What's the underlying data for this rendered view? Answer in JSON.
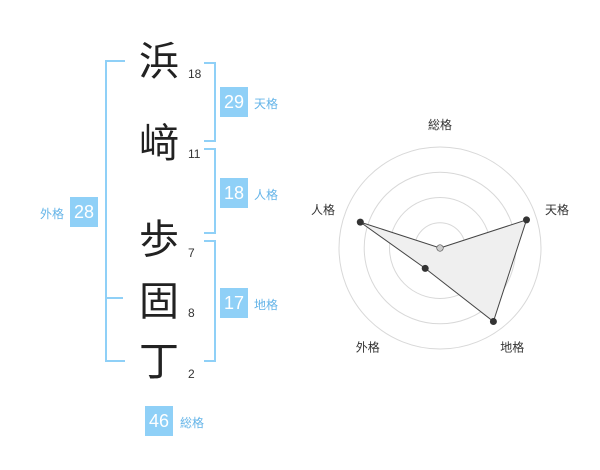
{
  "name": {
    "chars": [
      {
        "char": "浜",
        "strokes": "18"
      },
      {
        "char": "﨑",
        "strokes": "11"
      },
      {
        "char": "歩",
        "strokes": "7"
      },
      {
        "char": "固",
        "strokes": "8"
      },
      {
        "char": "丁",
        "strokes": "2"
      }
    ]
  },
  "kakusu": {
    "tenkaku": {
      "value": "29",
      "label": "天格"
    },
    "jinkaku": {
      "value": "18",
      "label": "人格"
    },
    "chikaku": {
      "value": "17",
      "label": "地格"
    },
    "gaikaku": {
      "value": "28",
      "label": "外格"
    },
    "soukaku": {
      "value": "46",
      "label": "総格"
    }
  },
  "colors": {
    "accent": "#8fd0f7",
    "accent_text": "#64b4e8",
    "polygon_fill": "#efefef"
  },
  "chart_data": {
    "type": "radar",
    "axes": [
      "総格",
      "天格",
      "地格",
      "外格",
      "人格"
    ],
    "values": [
      0,
      0.9,
      0.9,
      0.25,
      0.83
    ],
    "rmax": 1,
    "rings": 4
  }
}
